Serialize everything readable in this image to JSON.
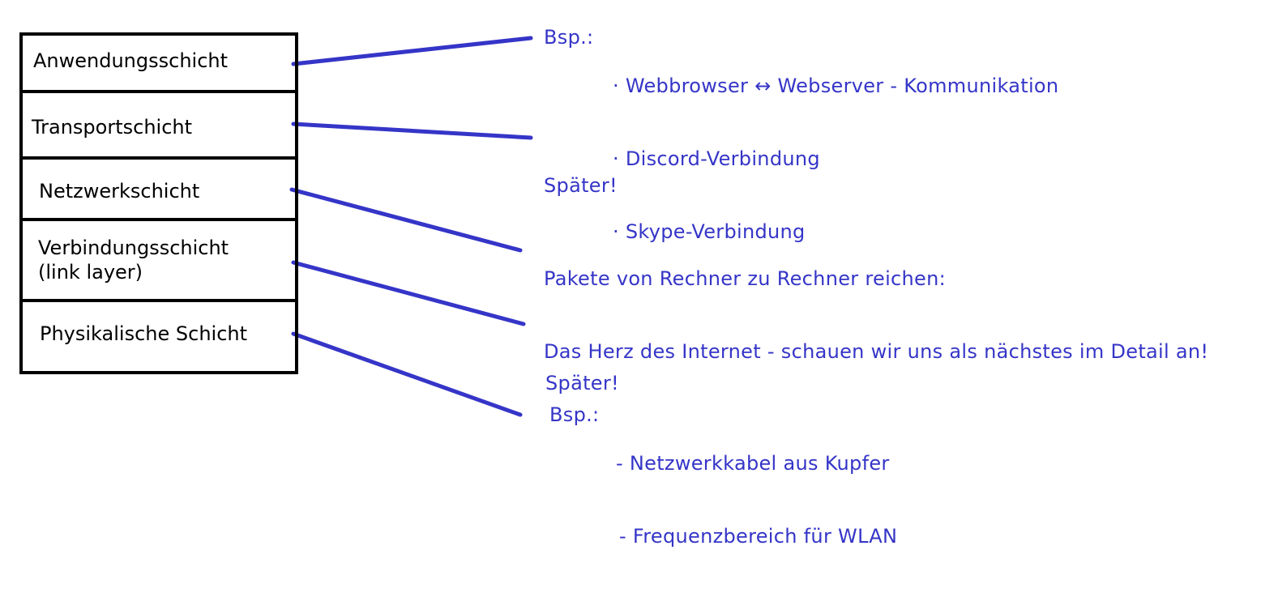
{
  "colors": {
    "annotation": "#3535c8",
    "box_border": "#000000",
    "layer_text": "#000000"
  },
  "layers": [
    {
      "label": "Anwendungsschicht"
    },
    {
      "label": "Transportschicht"
    },
    {
      "label": "Netzwerkschicht"
    },
    {
      "label": "Verbindungsschicht",
      "sublabel": "(link layer)"
    },
    {
      "label": "Physikalische Schicht"
    }
  ],
  "notes": {
    "application": {
      "prefix": "Bsp.:",
      "lines": [
        "· Webbrowser ↔ Webserver - Kommunikation",
        "· Discord-Verbindung",
        "· Skype-Verbindung"
      ]
    },
    "transport": {
      "text": "Später!"
    },
    "network": {
      "lines": [
        "Pakete von Rechner zu Rechner reichen:",
        "Das Herz des Internet - schauen wir uns als nächstes im Detail an!"
      ]
    },
    "link": {
      "text": "Später!"
    },
    "physical": {
      "prefix": "Bsp.:",
      "lines": [
        "- Netzwerkkabel aus Kupfer",
        "- Frequenzbereich für WLAN"
      ]
    }
  }
}
